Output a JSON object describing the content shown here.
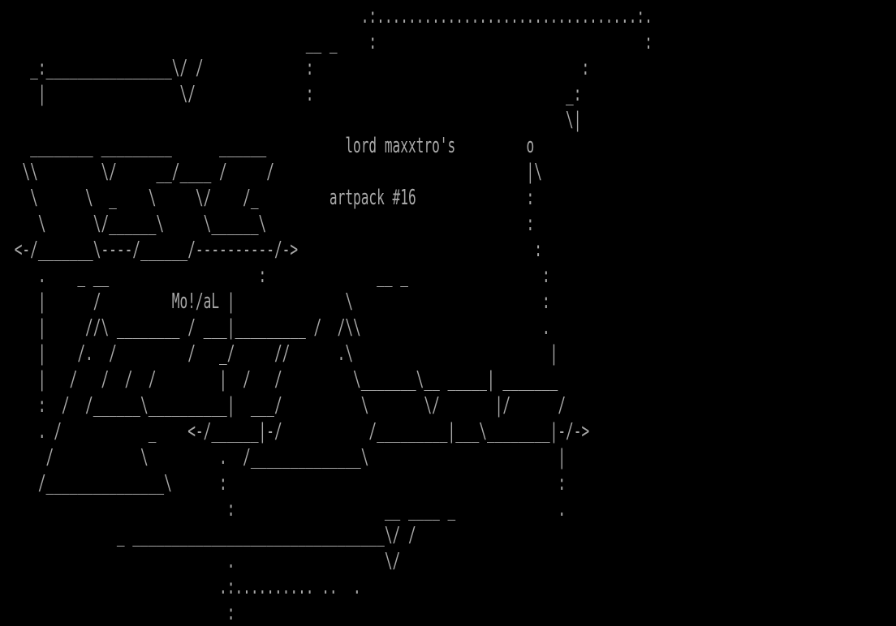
{
  "colors": {
    "background": "#000000",
    "text": "#a8a8a8"
  },
  "art_lines": [
    "                                             .:.................................:.",
    "                                      __ _    :                                  :",
    "   _:________________\\/ /             :                                  :",
    "    |                 \\/              :                                _:",
    "                                                                       \\|",
    "   ________ _________      ______          lord maxxtro's         o",
    "  \\\\        \\/     __/____ /     /                                |\\",
    "   \\      \\  _    \\     \\/    /_         artpack #16              :",
    "    \\      \\/______\\     \\______\\                                 :",
    " <-/_______\\----/______/----------/->                              :",
    "    .    _ __                   :              __ _                 :",
    "    |      /         Mo!/aL |              \\                        :",
    "    |     //\\ ________ / ___|_________ /  /\\\\                       .",
    "    |    /.  /         /   _/     //      .\\                         |",
    "    |   /   /  /  /        |  /   /         \\_______\\__ _____| _______",
    "    :  /  /______\\__________|  ___/          \\       \\/       |/      /",
    "    . /           _    <-/______|-/           /_________|___\\________|-/->",
    "     /           \\         .  /______________\\                        |",
    "    /_______________\\      :                                          :",
    "                            :                   __ ____ _             .",
    "              _ ________________________________\\/ /",
    "                            .                   \\/",
    "                           .:.......... ..  .",
    "                            :"
  ]
}
